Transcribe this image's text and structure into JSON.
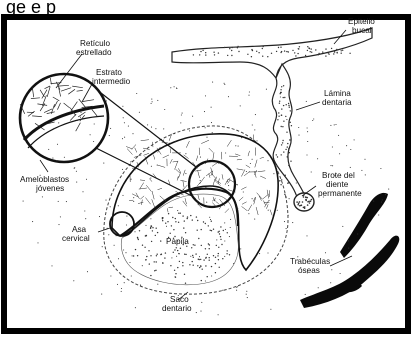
{
  "header": {
    "partial_text": "ge   e   p"
  },
  "labels": {
    "epitelio_bucal": [
      "Epitelio",
      "bucal"
    ],
    "reticulo_estrellado": [
      "Retículo",
      "estrellado"
    ],
    "estrato_intermedio": [
      "Estrato",
      "intermedio"
    ],
    "lamina_dentaria": [
      "Lámina",
      "dentaria"
    ],
    "ameloblastos_jovenes": [
      "Ameloblastos",
      "jóvenes"
    ],
    "brote_diente_permanente": [
      "Brote del",
      "diente",
      "permanente"
    ],
    "asa_cervical": [
      "Asa",
      "cervical"
    ],
    "papila": [
      "Papila"
    ],
    "trabeculas_oseas": [
      "Trabéculas",
      "óseas"
    ],
    "saco_dentario": [
      "Saco",
      "dentario"
    ]
  },
  "colors": {
    "frame": "#000000",
    "ink": "#111111",
    "bone": "#0a0a0a",
    "background": "#ffffff"
  }
}
